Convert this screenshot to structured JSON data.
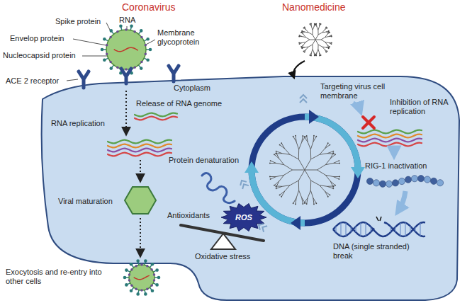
{
  "diagram": {
    "nodes": [
      {
        "text": [
          "Cytoplasm"
        ]
      },
      {
        "text": [
          "ROS"
        ],
        "in": 0
      }
    ],
    "labels": [
      "Coronavirus",
      "Nanomedicine",
      "Spike protein",
      "RNA",
      "Membrane glycoprotein",
      "Envelop protein",
      "Nucleocapsid protein",
      "ACE 2 receptor",
      "Release of RNA genome",
      "RNA replication",
      "Viral maturation",
      "Exocytosis and re-entry into other cells",
      "Targeting virus cell membrane",
      "Inhibition of RNA replication",
      "RIG-1 inactivation",
      "Protein denaturation",
      "Antioxidants",
      "Oxidative stress",
      "DNA (single stranded) break"
    ]
  }
}
